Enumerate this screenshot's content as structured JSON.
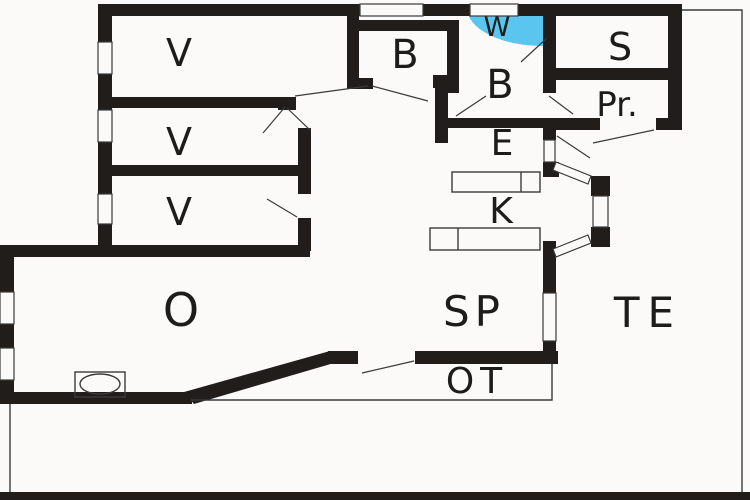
{
  "title": "floor-plan",
  "colors": {
    "paper": "#fbfaf8",
    "wall": "#201d1a",
    "ink": "#1c1c1c",
    "line": "#3a3a3a",
    "highlight": "#5ac6ef"
  },
  "rooms": {
    "v1": "V",
    "v2": "V",
    "v3": "V",
    "b1": "B",
    "w": "W",
    "b2": "B",
    "s": "S",
    "pr": "Pr.",
    "e": "E",
    "k": "K",
    "o": "O",
    "sp": "SP",
    "te": "TE",
    "ot": "OT"
  }
}
